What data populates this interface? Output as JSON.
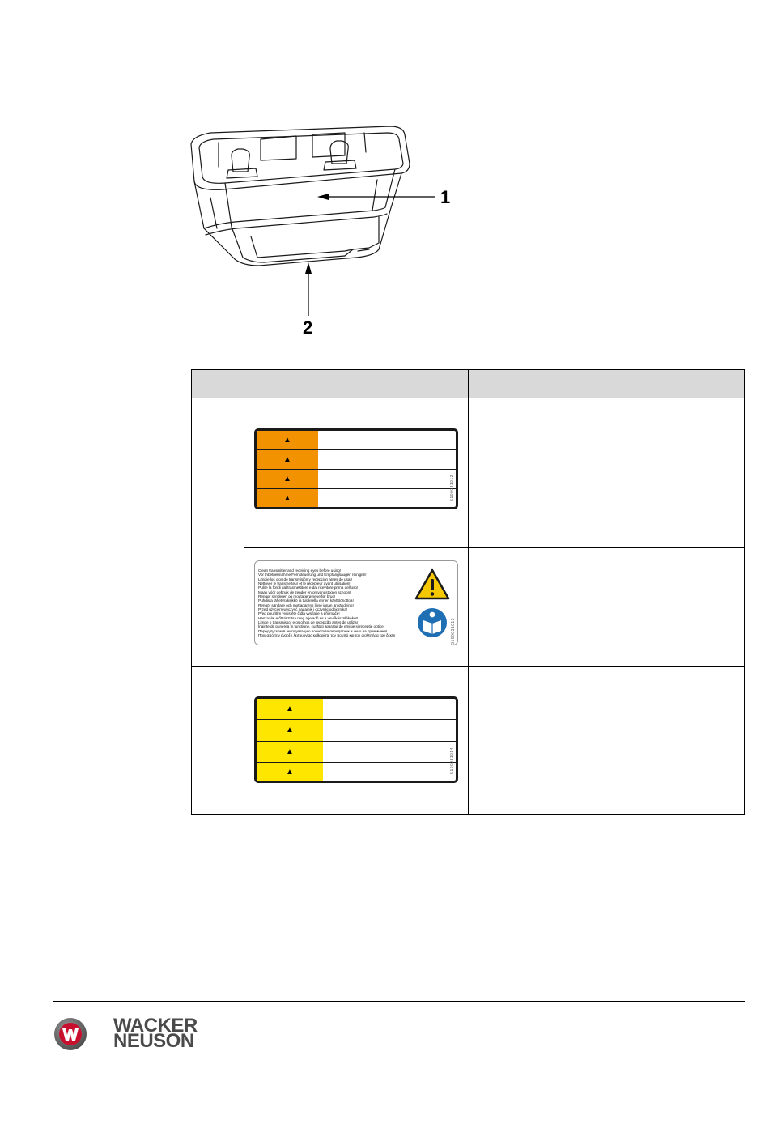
{
  "figure": {
    "callouts": [
      {
        "id": "1",
        "label": "1"
      },
      {
        "id": "2",
        "label": "2"
      }
    ]
  },
  "table": {
    "header": {
      "col_pos": "",
      "col_decal": "",
      "col_meaning": ""
    },
    "rows": [
      {
        "position": "",
        "meaning": ""
      },
      {
        "position": "",
        "meaning": ""
      }
    ]
  },
  "decal_text_lines": [
    "Clean transmitter and receiving eyes before using!",
    "Vor Inbetriebnahme Fernsteuerung und Empfangsaugen reinigen!",
    "Limpie los ojos de transmisión y recepción antes de usar!",
    "Nettoyer le transmetteur et le récepteur avant utilisation!",
    "Pulire la fondi dal trasmettitore e dal ricevitore prima dell'uso!",
    "Maak vóór gebruik de zender en ontvangstogen schoon!",
    "Rengør senderen og modtagerøjnene før brug!",
    "Puhdista lähetysyksikkö ja tuloksella ennen käyttöönottoa!",
    "Rengör sändare och mottagarens linse innan användning!",
    "Przed użyciem wyczyść nadajnik i oczyniki odbiornika!",
    "Před použitím vyčistěte čidla vysílače a přijímače!",
    "Használat előtt tisztítsa meg a jeladó és a vevőkészülékeket!",
    "Limpe o transmissor e os olhos de recepção antes de utilizar",
    "Înainte de punerea în funcțiune, curățați aparatul de emisie și recepție optice",
    "Перед пуском в эксплуатацию почистите передатчик и окно на приемнике!",
    "Πριν από την έναρξη λειτουργίας καθαρίστε τον πομπό και τον αισθητήρα του δέκτη"
  ],
  "decal_codes": {
    "orange": "5100031012",
    "text": "5100031013",
    "yellow": "5100031014"
  },
  "colors": {
    "orange": "#f39200",
    "yellow": "#ffe600",
    "warning_yellow": "#f5c800",
    "mandatory_blue": "#1f6fb5",
    "header_gray": "#d9d9d9",
    "brand_red": "#c8102e"
  },
  "icons": [
    "warning-triangle-icon",
    "read-manual-icon",
    "wacker-neuson-logo-icon"
  ],
  "footer": {
    "brand_line1": "WACKER",
    "brand_line2": "NEUSON"
  }
}
